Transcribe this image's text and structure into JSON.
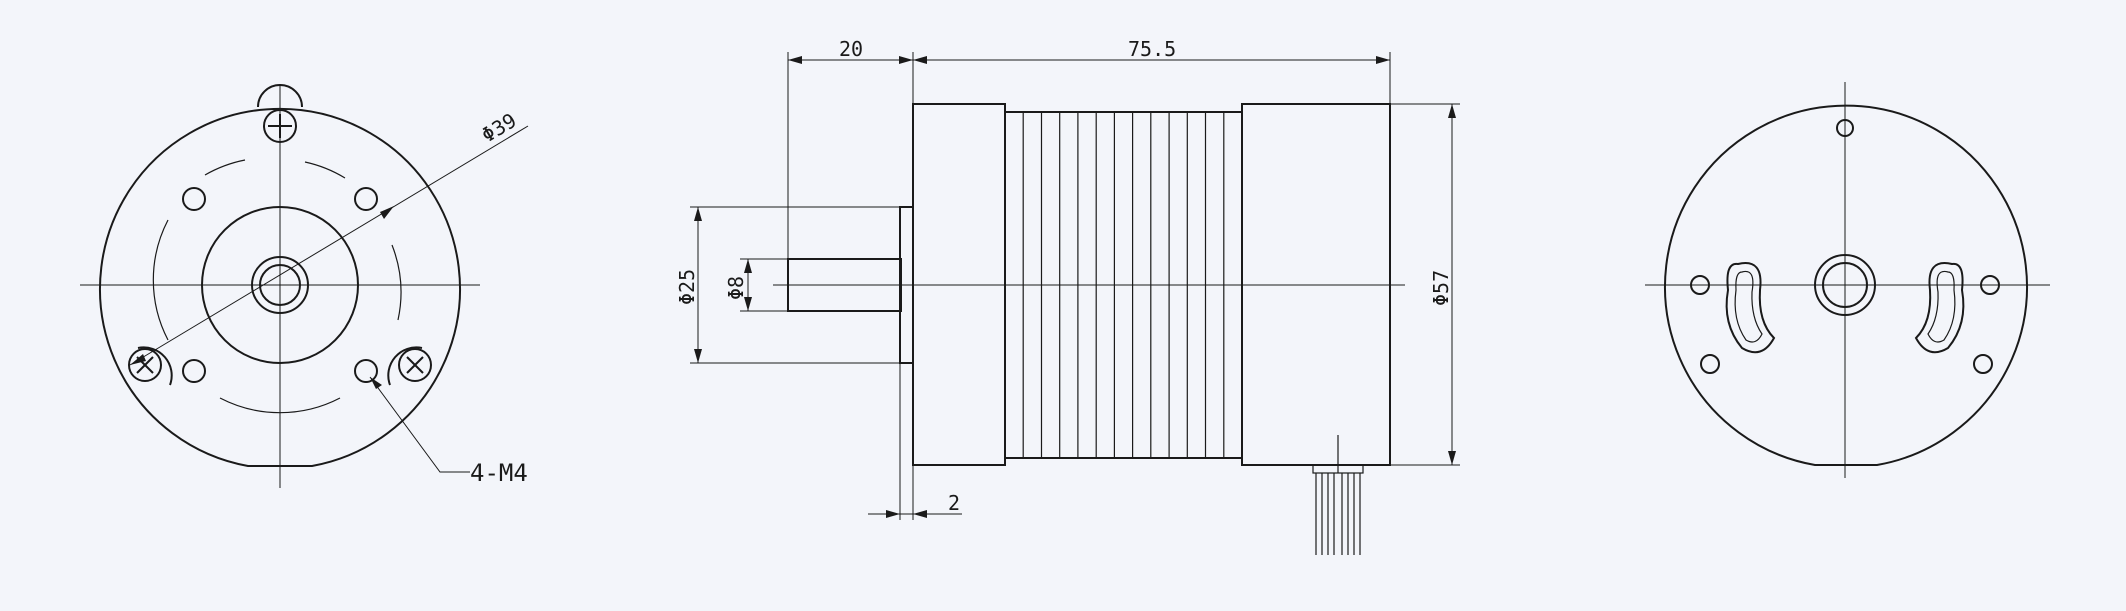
{
  "drawing": {
    "dimensions": {
      "shaft_length": "20",
      "body_length": "75.5",
      "flange_thickness": "2",
      "pilot_diameter": "Φ25",
      "shaft_diameter": "Φ8",
      "body_diameter": "Φ57",
      "bolt_circle_diameter": "Φ39"
    },
    "callouts": {
      "mounting_holes": "4-M4"
    }
  }
}
